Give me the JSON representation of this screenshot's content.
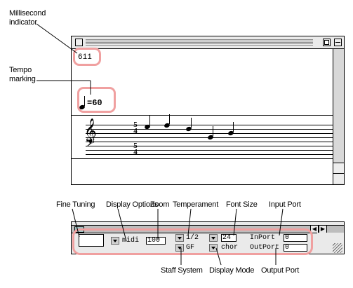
{
  "callouts": {
    "millisecond": [
      "Millisecond",
      "indicator"
    ],
    "tempo": [
      "Tempo",
      "marking"
    ],
    "fine_tuning": "Fine Tuning",
    "display_options": "Display Options",
    "zoom": "Zoom",
    "temperament": "Temperament",
    "font_size": "Font Size",
    "input_port": "Input Port",
    "staff_system": "Staff System",
    "display_mode": "Display Mode",
    "output_port": "Output Port"
  },
  "score": {
    "ms_value": "611",
    "tempo_text": "=60",
    "time_sig_treble": [
      "5",
      "4"
    ],
    "time_sig_bass": [
      "5",
      "4"
    ]
  },
  "palette": {
    "fine_tuning_value": "",
    "display_options_value": "midi",
    "zoom_value": "100",
    "temperament_value": "1/2",
    "staff_system_value": "GF",
    "font_size_value": "24",
    "display_mode_value": "chor",
    "in_port_label": "InPort",
    "in_port_value": "0",
    "out_port_label": "OutPort",
    "out_port_value": "0"
  },
  "colors": {
    "highlight": "#f0a0a0",
    "window_bg": "#ffffff",
    "chrome": "#eaeaea"
  },
  "icons": {
    "treble_clef": "treble-clef-icon",
    "bass_clef": "bass-clef-icon",
    "quarter_note": "quarter-note-icon"
  }
}
